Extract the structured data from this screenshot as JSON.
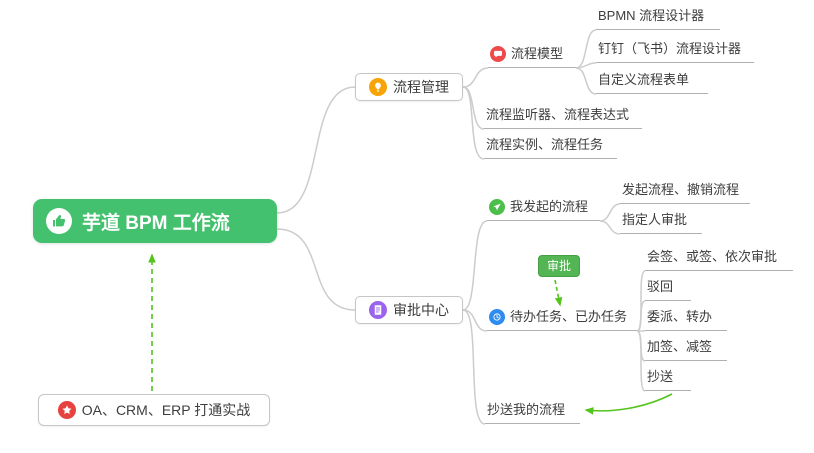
{
  "root": {
    "label": "芋道 BPM 工作流"
  },
  "branches": {
    "process_management": {
      "label": "流程管理"
    },
    "approval_center": {
      "label": "审批中心"
    }
  },
  "process": {
    "model": {
      "label": "流程模型"
    },
    "bpmn_designer": {
      "label": "BPMN 流程设计器"
    },
    "dingtalk_feishu_designer": {
      "label": "钉钉（飞书）流程设计器"
    },
    "custom_form": {
      "label": "自定义流程表单"
    },
    "listener_expression": {
      "label": "流程监听器、流程表达式"
    },
    "instance_task": {
      "label": "流程实例、流程任务"
    }
  },
  "approval": {
    "my_initiated": {
      "label": "我发起的流程"
    },
    "initiate_revoke": {
      "label": "发起流程、撤销流程"
    },
    "assigned_approver": {
      "label": "指定人审批"
    },
    "todo_done": {
      "label": "待办任务、已办任务"
    },
    "countersign": {
      "label": "会签、或签、依次审批"
    },
    "reject": {
      "label": "驳回"
    },
    "delegate_transfer": {
      "label": "委派、转办"
    },
    "add_reduce_sign": {
      "label": "加签、减签"
    },
    "cc": {
      "label": "抄送"
    },
    "cc_my_process": {
      "label": "抄送我的流程"
    },
    "badge": {
      "label": "审批"
    }
  },
  "integration": {
    "label": "OA、CRM、ERP 打通实战"
  },
  "icons": {
    "root": "thumbs-up-icon",
    "process_management": "lightbulb-icon",
    "process_model": "chat-bubble-icon",
    "approval_center": "document-icon",
    "my_initiated": "paper-plane-icon",
    "todo_done": "clock-icon",
    "integration": "star-icon"
  },
  "colors": {
    "root_bg": "#43c16e",
    "badge_bg": "#53b553",
    "arrow_green": "#52c41a",
    "connector_gray": "#cccccc",
    "underline_gray": "#b0b0b0",
    "icon_orange": "#f7a408",
    "icon_red": "#ed4b4b",
    "icon_purple": "#9a64ec",
    "icon_blue": "#2e8bf0",
    "icon_green": "#4cbe4c",
    "icon_star_red": "#e64340"
  }
}
